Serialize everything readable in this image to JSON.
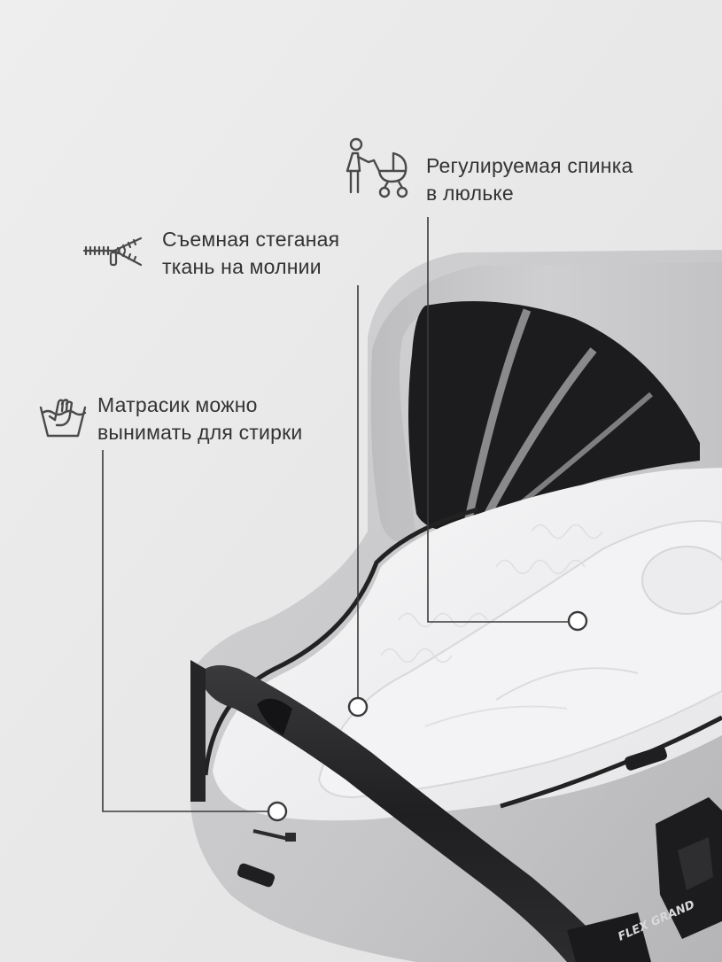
{
  "features": [
    {
      "id": "backrest",
      "icon": "stroller-parent-icon",
      "lines": [
        "Регулируемая спинка",
        "в люльке"
      ]
    },
    {
      "id": "zip",
      "icon": "zipper-icon",
      "lines": [
        "Съемная стеганая",
        "ткань на молнии"
      ]
    },
    {
      "id": "wash",
      "icon": "hand-wash-icon",
      "lines": [
        "Матрасик можно",
        "вынимать для стирки"
      ]
    }
  ],
  "product": {
    "brand_text": "FLEX GRAND"
  },
  "colors": {
    "background": "#e9e9e9",
    "fabric": "#c9c9cb",
    "text": "#333333",
    "line": "#3a3a3a"
  }
}
